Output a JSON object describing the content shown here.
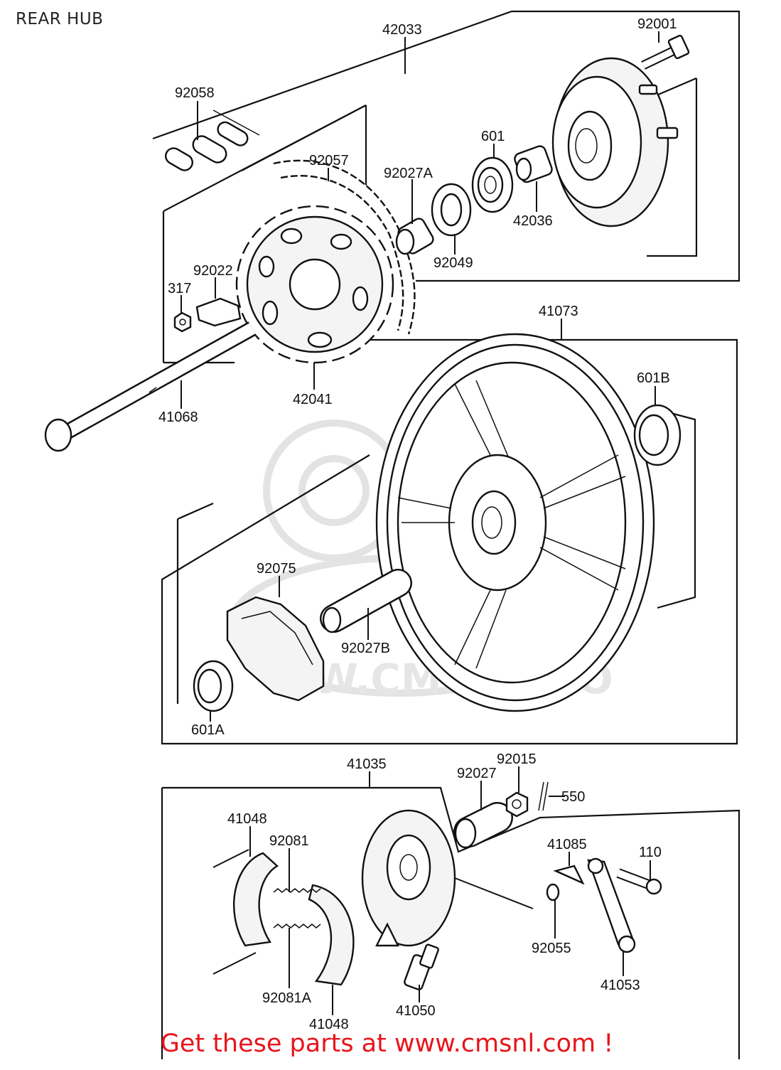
{
  "header": {
    "title": "REAR HUB"
  },
  "footer": {
    "link_text": "Get these parts at www.cmsnl.com !"
  },
  "watermark": {
    "text": "W.CMSNL.CO"
  },
  "callouts": {
    "p42033": "42033",
    "p92001": "92001",
    "p92058": "92058",
    "p92057": "92057",
    "p92027A": "92027A",
    "p601": "601",
    "p42036": "42036",
    "p92049": "92049",
    "p92022": "92022",
    "p317": "317",
    "p42041": "42041",
    "p41068": "41068",
    "p41073": "41073",
    "p601B": "601B",
    "p92075": "92075",
    "p92027B": "92027B",
    "p601A": "601A",
    "p41035": "41035",
    "p92027": "92027",
    "p92015": "92015",
    "p550": "550",
    "p41048a": "41048",
    "p92081": "92081",
    "p41085": "41085",
    "p110": "110",
    "p92055": "92055",
    "p92081A": "92081A",
    "p41053": "41053",
    "p41050": "41050",
    "p41048b": "41048"
  },
  "colors": {
    "ink": "#111111",
    "footer": "#e8141b",
    "watermark": "#e3e3e3"
  }
}
